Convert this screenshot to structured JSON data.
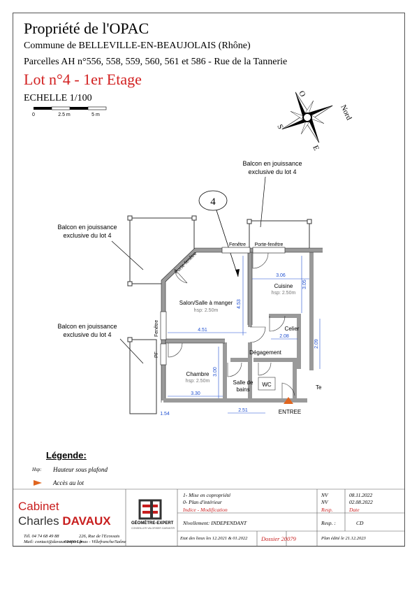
{
  "header": {
    "title": "Propriété de l'OPAC",
    "commune": "Commune de BELLEVILLE-EN-BEAUJOLAIS (Rhône)",
    "parcelles": "Parcelles AH n°556, 558, 559, 560, 561 et 586 - Rue de la Tannerie",
    "lot": "Lot n°4 - 1er Etage",
    "echelle": "ECHELLE 1/100"
  },
  "scale_bar": {
    "ticks": [
      "0",
      "2.5 m",
      "5 m"
    ]
  },
  "compass": {
    "north": "Nord",
    "east": "E",
    "south": "S",
    "west": "O"
  },
  "plan": {
    "lot_marker": "4",
    "balcons": [
      "Balcon en jouissance",
      "exclusive du lot 4",
      "Balcon en jouissance",
      "exclusive du lot 4",
      "Balcon en jouissance",
      "exclusive du lot 4"
    ],
    "openings": {
      "fenetre_top": "Fenêtre",
      "porte_fenetre_top": "Porte-fenêtre",
      "porte_fenetre_diag": "Porte-fenêtre",
      "fenetre_left": "Fenêtre",
      "pf": "PF"
    },
    "rooms": {
      "salon": "Salon/Salle à manger",
      "salon_hsp": "hsp: 2.50m",
      "cuisine": "Cuisine",
      "cuisine_hsp": "hsp: 2.50m",
      "celier": "Celier",
      "degagement": "Dégagement",
      "chambre": "Chambre",
      "chambre_hsp": "hsp: 2.50m",
      "sdb1": "Salle de",
      "sdb2": "bains",
      "wc": "WC",
      "te": "Te",
      "entree": "ENTREE"
    },
    "dims": {
      "d306": "3.06",
      "d305": "3.05",
      "d453": "4.53",
      "d451": "4.51",
      "d208": "2.08",
      "d209": "2.09",
      "d300": "3.00",
      "d330": "3.30",
      "d251": "2.51",
      "d154": "1.54"
    }
  },
  "legend": {
    "title": "Légende:",
    "hsp_key": "Hsp:",
    "hsp_desc": "Hauteur sous plafond",
    "acces": "Accès au lot"
  },
  "titleblock": {
    "mod1": "1- Mise en copropriété",
    "mod0": "0- Plan d'intérieur",
    "indice": "Indice - Modification",
    "resp": "Resp.",
    "date": "Date",
    "nv1": "NV",
    "date1": "08.11.2022",
    "nv2": "NV",
    "date2": "02.08.2022",
    "nivellement": "Nivellement: INDEPENDANT",
    "resp2": "Resp. :",
    "cd": "CD",
    "etat": "Etat des lieux les 12.2021 & 01.2022",
    "dossier": "Dossier 20079",
    "plan_edite": "Plan édité le 21.12.2023"
  },
  "company": {
    "cabinet": "Cabinet",
    "charles": "Charles",
    "davaux": "DAVAUX",
    "geometre": "GÉOMÈTRE-EXPERT",
    "geometre_sub": "CONSEILLER VALORISER GARANTIR",
    "tel": "Tél. 04 74 68 49 88",
    "mail": "Mail: contact@davaux-expert.fr",
    "addr1": "226, Rue de l'Ecossais",
    "addr2": "69400 Limas - Villefranche/Saône"
  },
  "colors": {
    "red": "#d22020",
    "dim_blue": "#1f4fd1",
    "wall": "#9a9a9a",
    "arrow_orange": "#e0651f"
  }
}
